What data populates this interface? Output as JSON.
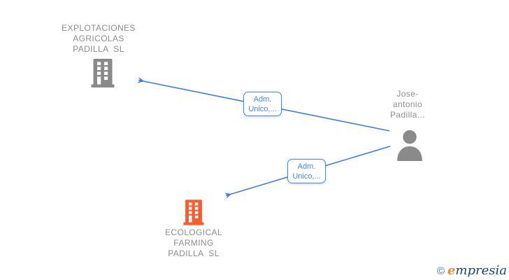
{
  "canvas": {
    "background": "#ffffff"
  },
  "colors": {
    "node_icon_gray": "#8a8a8a",
    "node_label_gray": "#8e8e8e",
    "edge_blue": "#3d7de9",
    "edge_label_blue": "#4285f4",
    "company_orange": "#f85c2a",
    "logo_copyright_blue": "#2f74c0",
    "logo_initial_orange": "#ef8b2f",
    "logo_navy": "#16486b"
  },
  "nodes": {
    "company_top": {
      "type": "company",
      "icon": "building-icon",
      "icon_color": "#8a8a8a",
      "lines": [
        "EXPLOTACIONES",
        "AGRICOLAS",
        "PADILLA  SL"
      ]
    },
    "person": {
      "type": "person",
      "icon": "person-icon",
      "icon_color": "#8a8a8a",
      "lines": [
        "Jose-",
        "antonio",
        "Padilla..."
      ]
    },
    "company_bottom": {
      "type": "company",
      "icon": "building-icon",
      "icon_color": "#f85c2a",
      "lines": [
        "ECOLOGICAL",
        "FARMING",
        "PADILLA  SL"
      ]
    }
  },
  "edges": [
    {
      "from": "person",
      "to": "company_top",
      "label": [
        "Adm.",
        "Unico,..."
      ]
    },
    {
      "from": "person",
      "to": "company_bottom",
      "label": [
        "Adm.",
        "Unico,..."
      ]
    }
  ],
  "watermark": {
    "copyright_symbol": "©",
    "brand_initial": "e",
    "brand_rest": "mpresia"
  }
}
